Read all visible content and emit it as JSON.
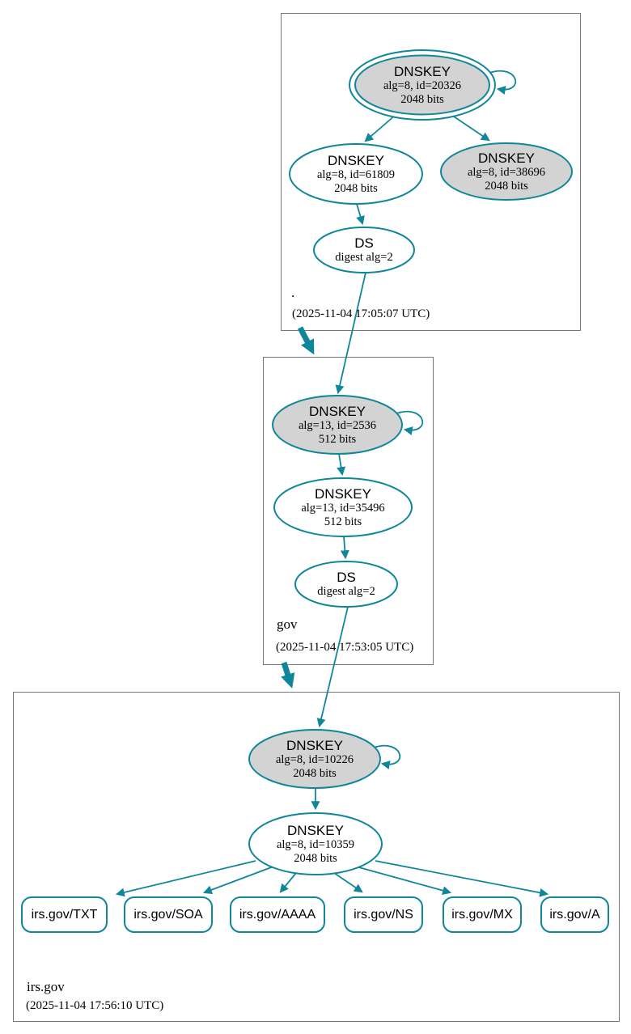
{
  "colors": {
    "edge": "#10869A",
    "ksk_fill": "#d3d3d3",
    "node_fill": "#ffffff",
    "zone_border": "#777777"
  },
  "zones": [
    {
      "name": ".",
      "timestamp": "(2025-11-04 17:05:07 UTC)",
      "nodes": [
        {
          "title": "DNSKEY",
          "detail1": "alg=8, id=20326",
          "detail2": "2048 bits"
        },
        {
          "title": "DNSKEY",
          "detail1": "alg=8, id=61809",
          "detail2": "2048 bits"
        },
        {
          "title": "DNSKEY",
          "detail1": "alg=8, id=38696",
          "detail2": "2048 bits"
        },
        {
          "title": "DS",
          "detail1": "digest alg=2"
        }
      ]
    },
    {
      "name": "gov",
      "timestamp": "(2025-11-04 17:53:05 UTC)",
      "nodes": [
        {
          "title": "DNSKEY",
          "detail1": "alg=13, id=2536",
          "detail2": "512 bits"
        },
        {
          "title": "DNSKEY",
          "detail1": "alg=13, id=35496",
          "detail2": "512 bits"
        },
        {
          "title": "DS",
          "detail1": "digest alg=2"
        }
      ]
    },
    {
      "name": "irs.gov",
      "timestamp": "(2025-11-04 17:56:10 UTC)",
      "nodes": [
        {
          "title": "DNSKEY",
          "detail1": "alg=8, id=10226",
          "detail2": "2048 bits"
        },
        {
          "title": "DNSKEY",
          "detail1": "alg=8, id=10359",
          "detail2": "2048 bits"
        }
      ],
      "records": [
        "irs.gov/TXT",
        "irs.gov/SOA",
        "irs.gov/AAAA",
        "irs.gov/NS",
        "irs.gov/MX",
        "irs.gov/A"
      ]
    }
  ]
}
